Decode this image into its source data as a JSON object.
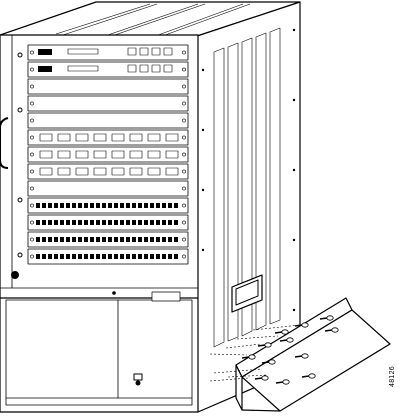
{
  "figure": {
    "id_label": "48126"
  },
  "illustration": {
    "subject": "modular-chassis-with-rack-mount-bracket",
    "parts": {
      "line_cards": 9,
      "port_cards": 4,
      "bracket_screws": 12
    }
  },
  "colors": {
    "line": "#000000",
    "fill": "#ffffff",
    "shade": "#d9d9d9"
  }
}
